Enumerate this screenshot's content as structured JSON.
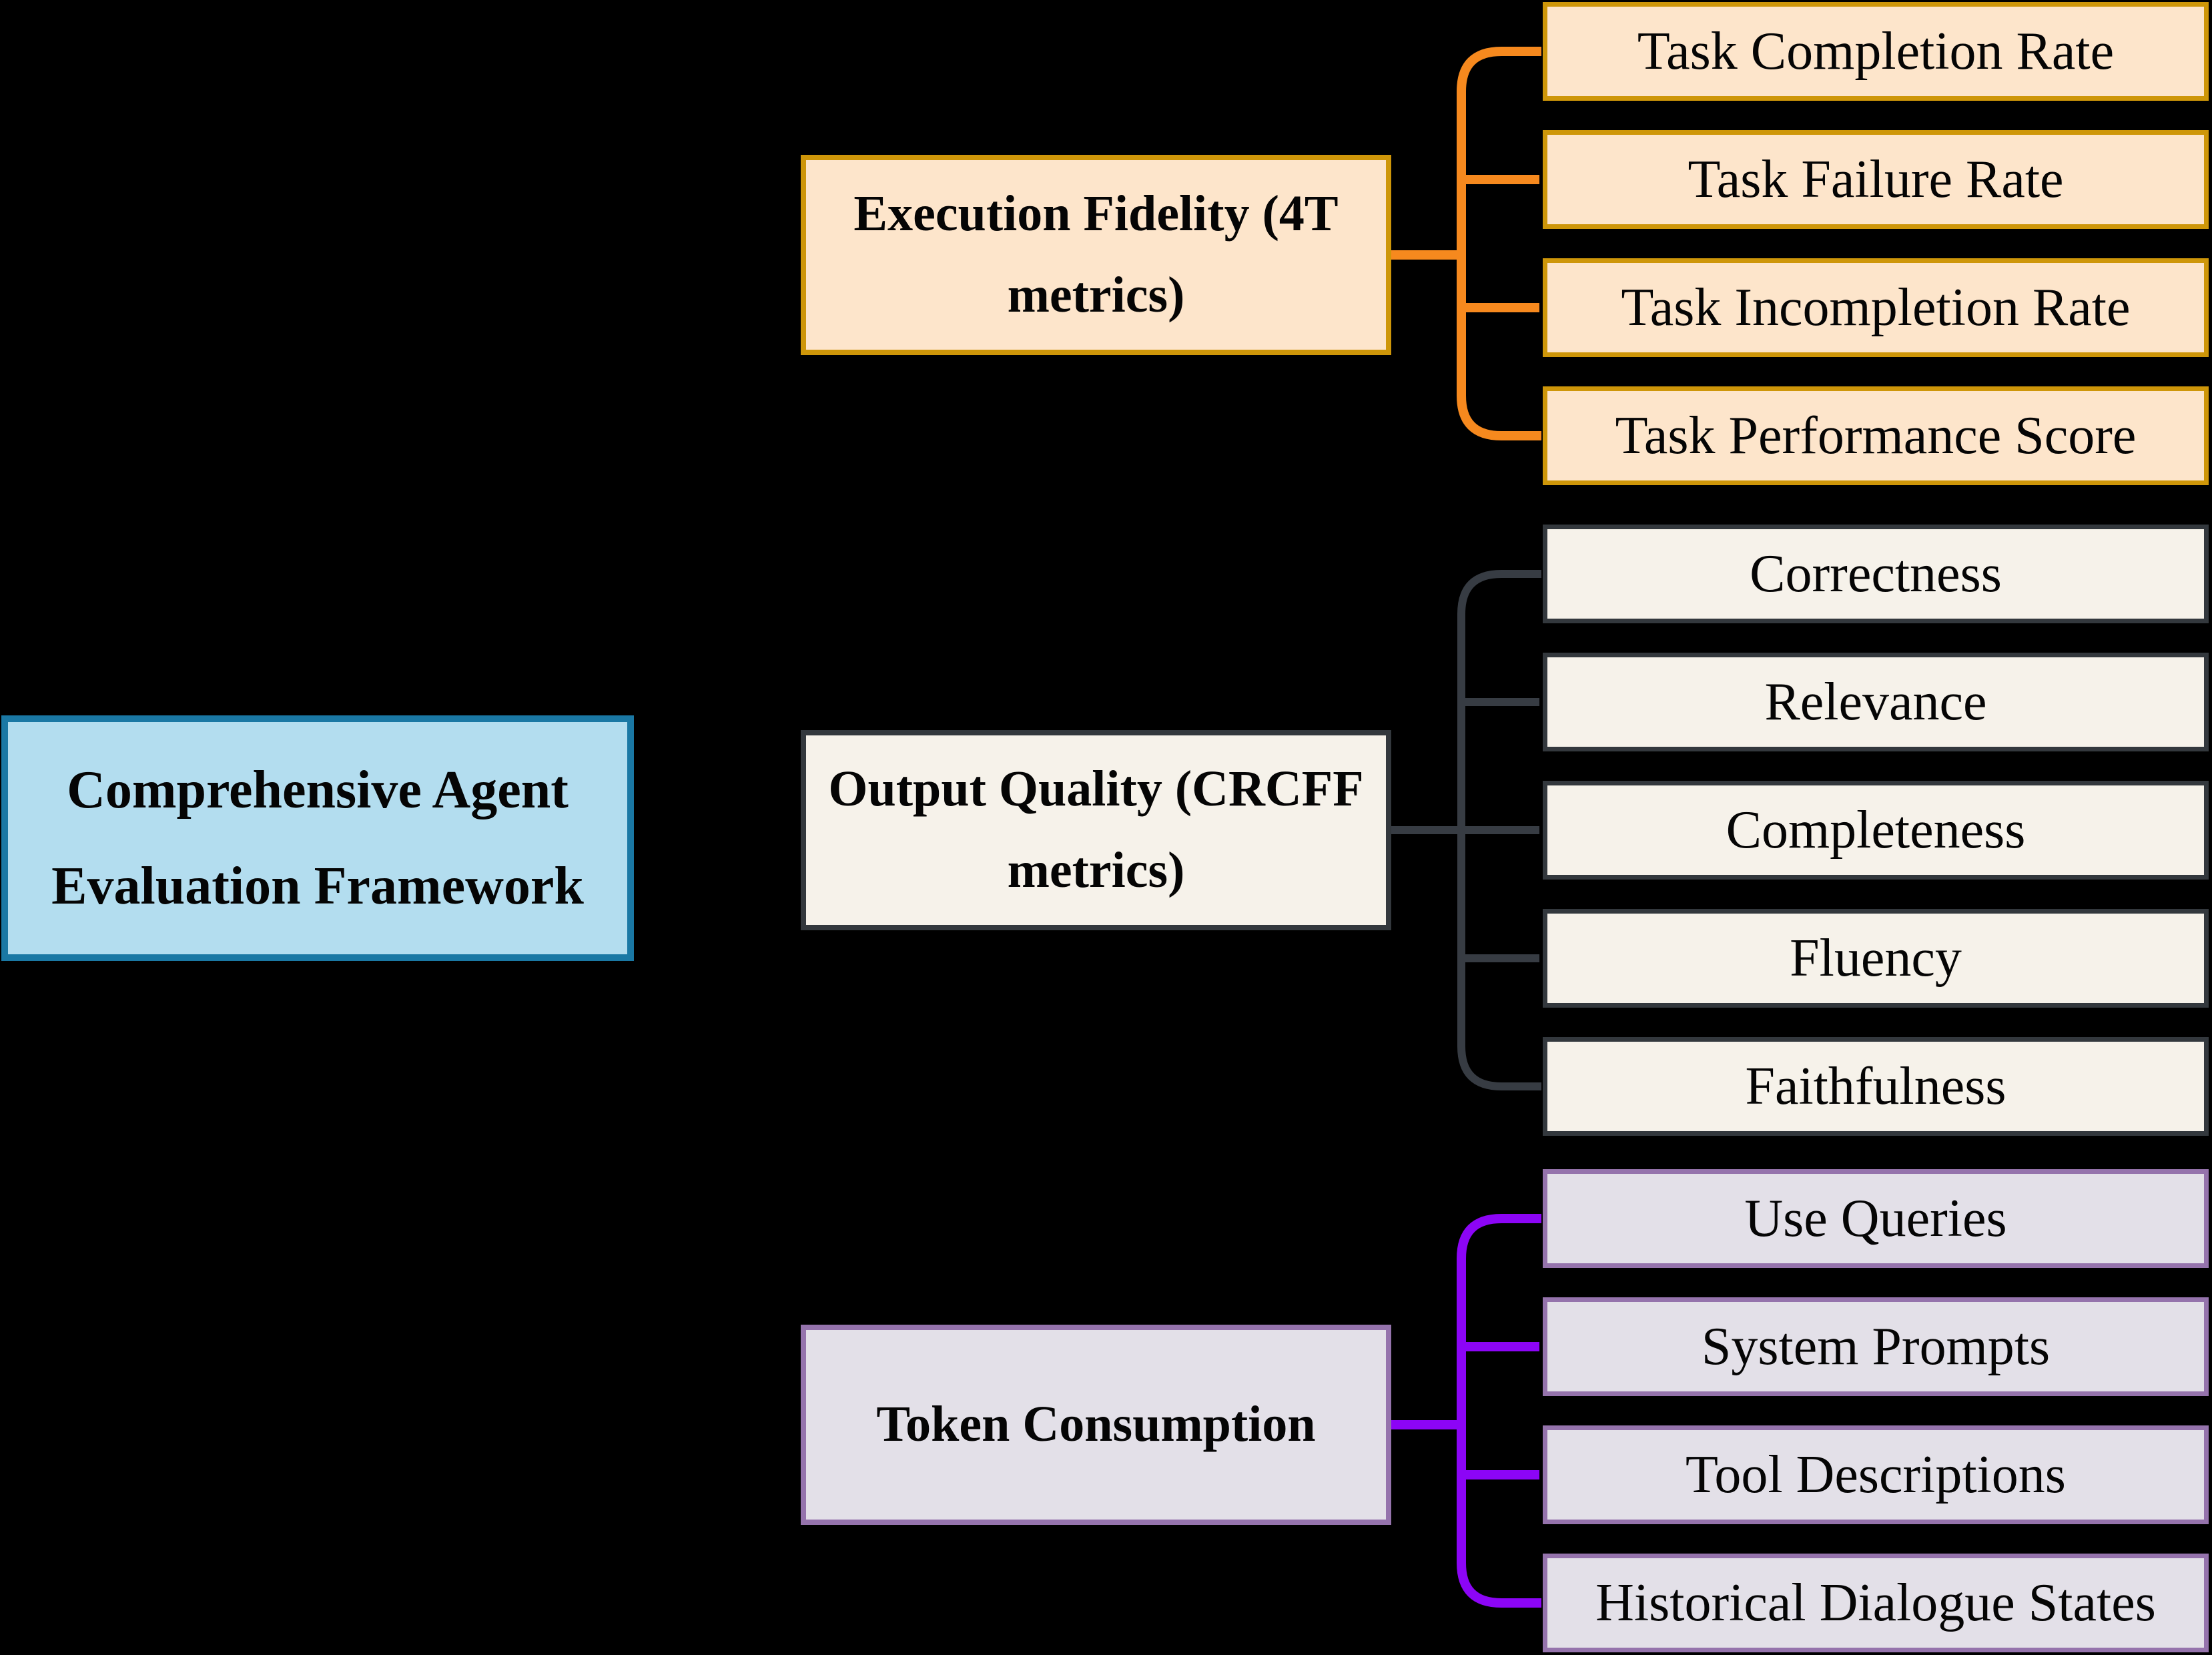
{
  "colors": {
    "background": "#000000",
    "root-fill": "#B3DDEF",
    "root-border": "#1A78A4",
    "orange-fill": "#FDE5CB",
    "orange-border": "#CE9609",
    "orange-line": "#F6891E",
    "gray-fill": "#F6F2EA",
    "gray-border": "#33383D",
    "gray-line": "#373C43",
    "purple-fill": "#E3E0E8",
    "purple-border": "#9573AC",
    "purple-line": "#8C05F6"
  },
  "root": {
    "label": "Comprehensive Agent Evaluation Framework"
  },
  "branches": [
    {
      "id": "execution-fidelity",
      "label": "Execution Fidelity (4T metrics)",
      "children": [
        "Task Completion Rate",
        "Task Failure Rate",
        "Task Incompletion Rate",
        "Task Performance Score"
      ]
    },
    {
      "id": "output-quality",
      "label": "Output Quality (CRCFF metrics)",
      "children": [
        "Correctness",
        "Relevance",
        "Completeness",
        "Fluency",
        "Faithfulness"
      ]
    },
    {
      "id": "token-consumption",
      "label": "Token Consumption",
      "children": [
        "Use Queries",
        "System Prompts",
        "Tool Descriptions",
        "Historical Dialogue States"
      ]
    }
  ]
}
